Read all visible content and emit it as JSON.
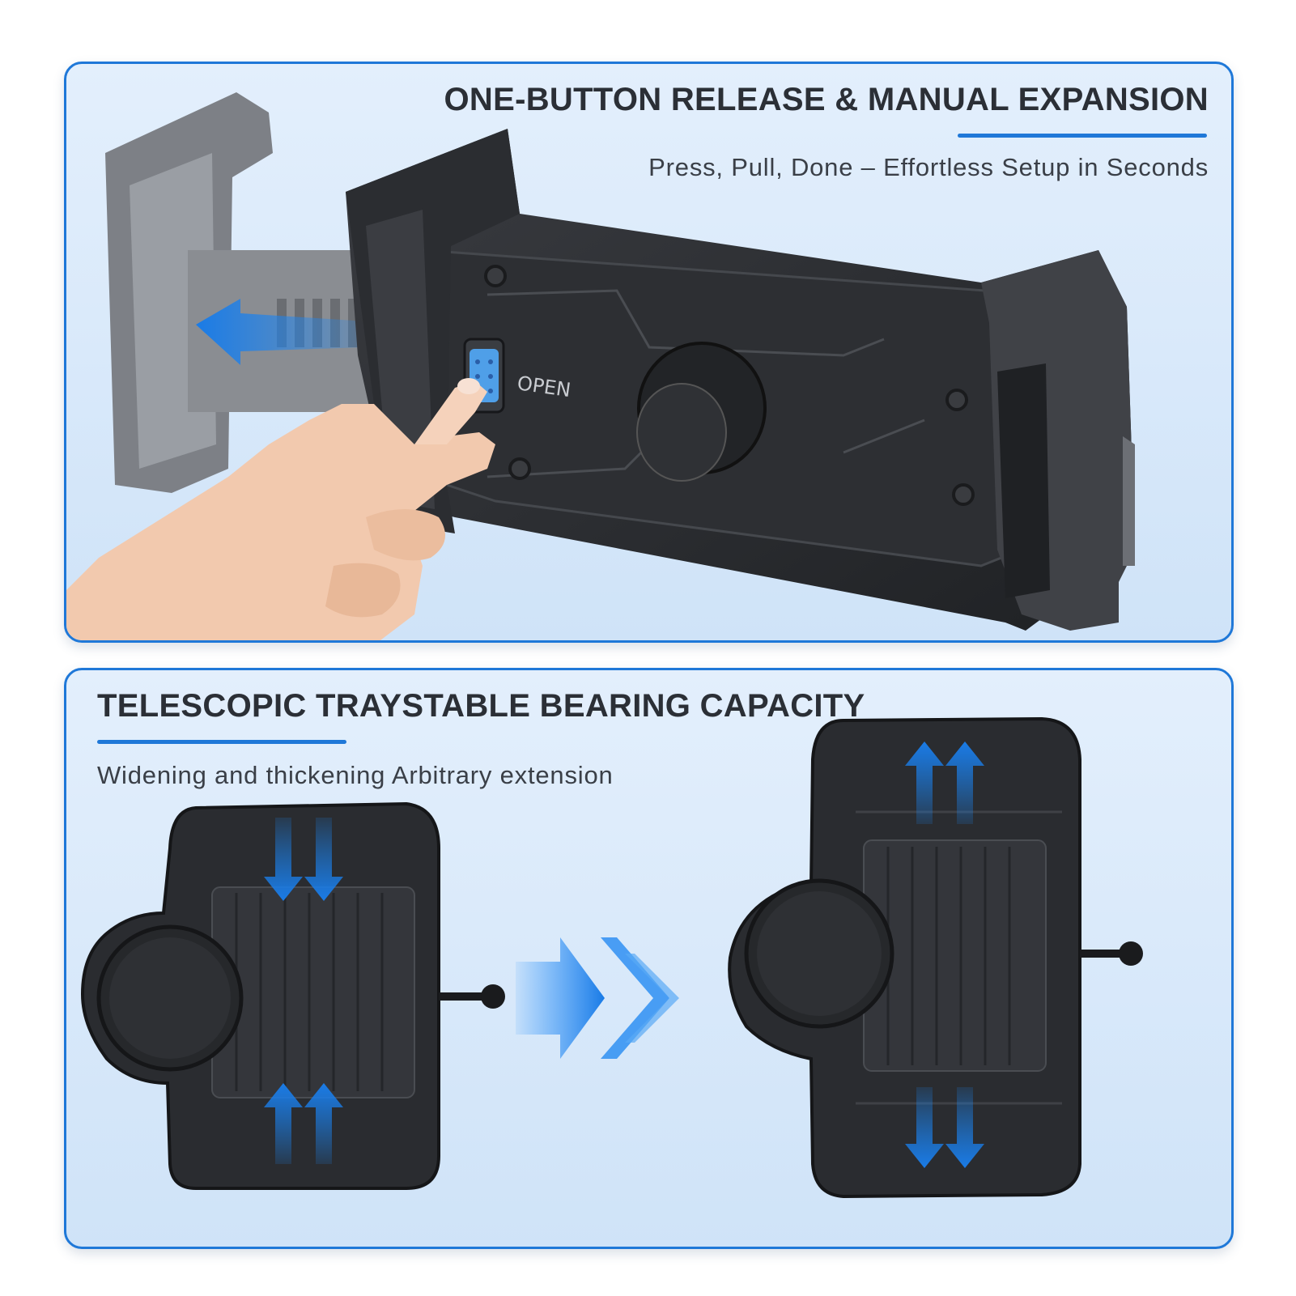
{
  "top_panel": {
    "title": "ONE-BUTTON RELEASE & MANUAL EXPANSION",
    "subtitle": "Press, Pull, Done – Effortless Setup in Seconds",
    "button_label": "OPEN"
  },
  "bottom_panel": {
    "title": "TELESCOPIC TRAYSTABLE BEARING CAPACITY",
    "subtitle": "Widening and thickening Arbitrary extension"
  },
  "colors": {
    "accent": "#1f78d8",
    "arrow_blue": "#1a8cff",
    "product_black": "#2a2c30",
    "product_gray": "#7a7d82",
    "panel_bg": "#d9e9fa",
    "title_text": "#2b2f36"
  }
}
